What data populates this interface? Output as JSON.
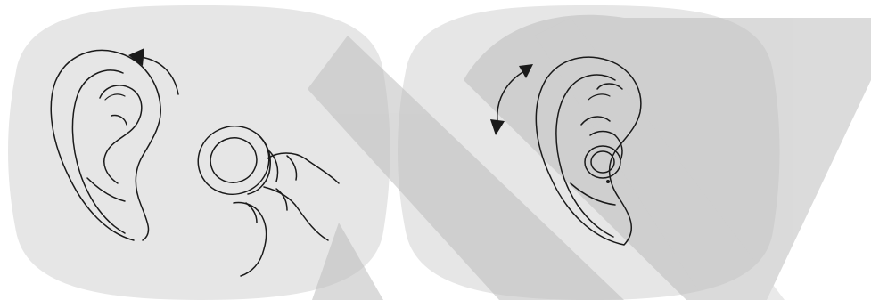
{
  "illustration": {
    "panels": [
      {
        "step": "remove-earbud-rotate",
        "arrow_direction": "counterclockwise"
      },
      {
        "step": "insert-and-adjust-earbud",
        "arrow_direction": "bidirectional"
      }
    ],
    "colors": {
      "panel_background": "#e6e6e6",
      "watermark": "#bdbdbd",
      "line": "#1a1a1a",
      "earbud_fill": "#ffffff",
      "arrow": "#1a1a1a"
    },
    "icons": [
      "ear-icon",
      "earbud-icon",
      "fingers-icon",
      "rotate-arrow-icon",
      "bidirectional-arrow-icon"
    ]
  }
}
